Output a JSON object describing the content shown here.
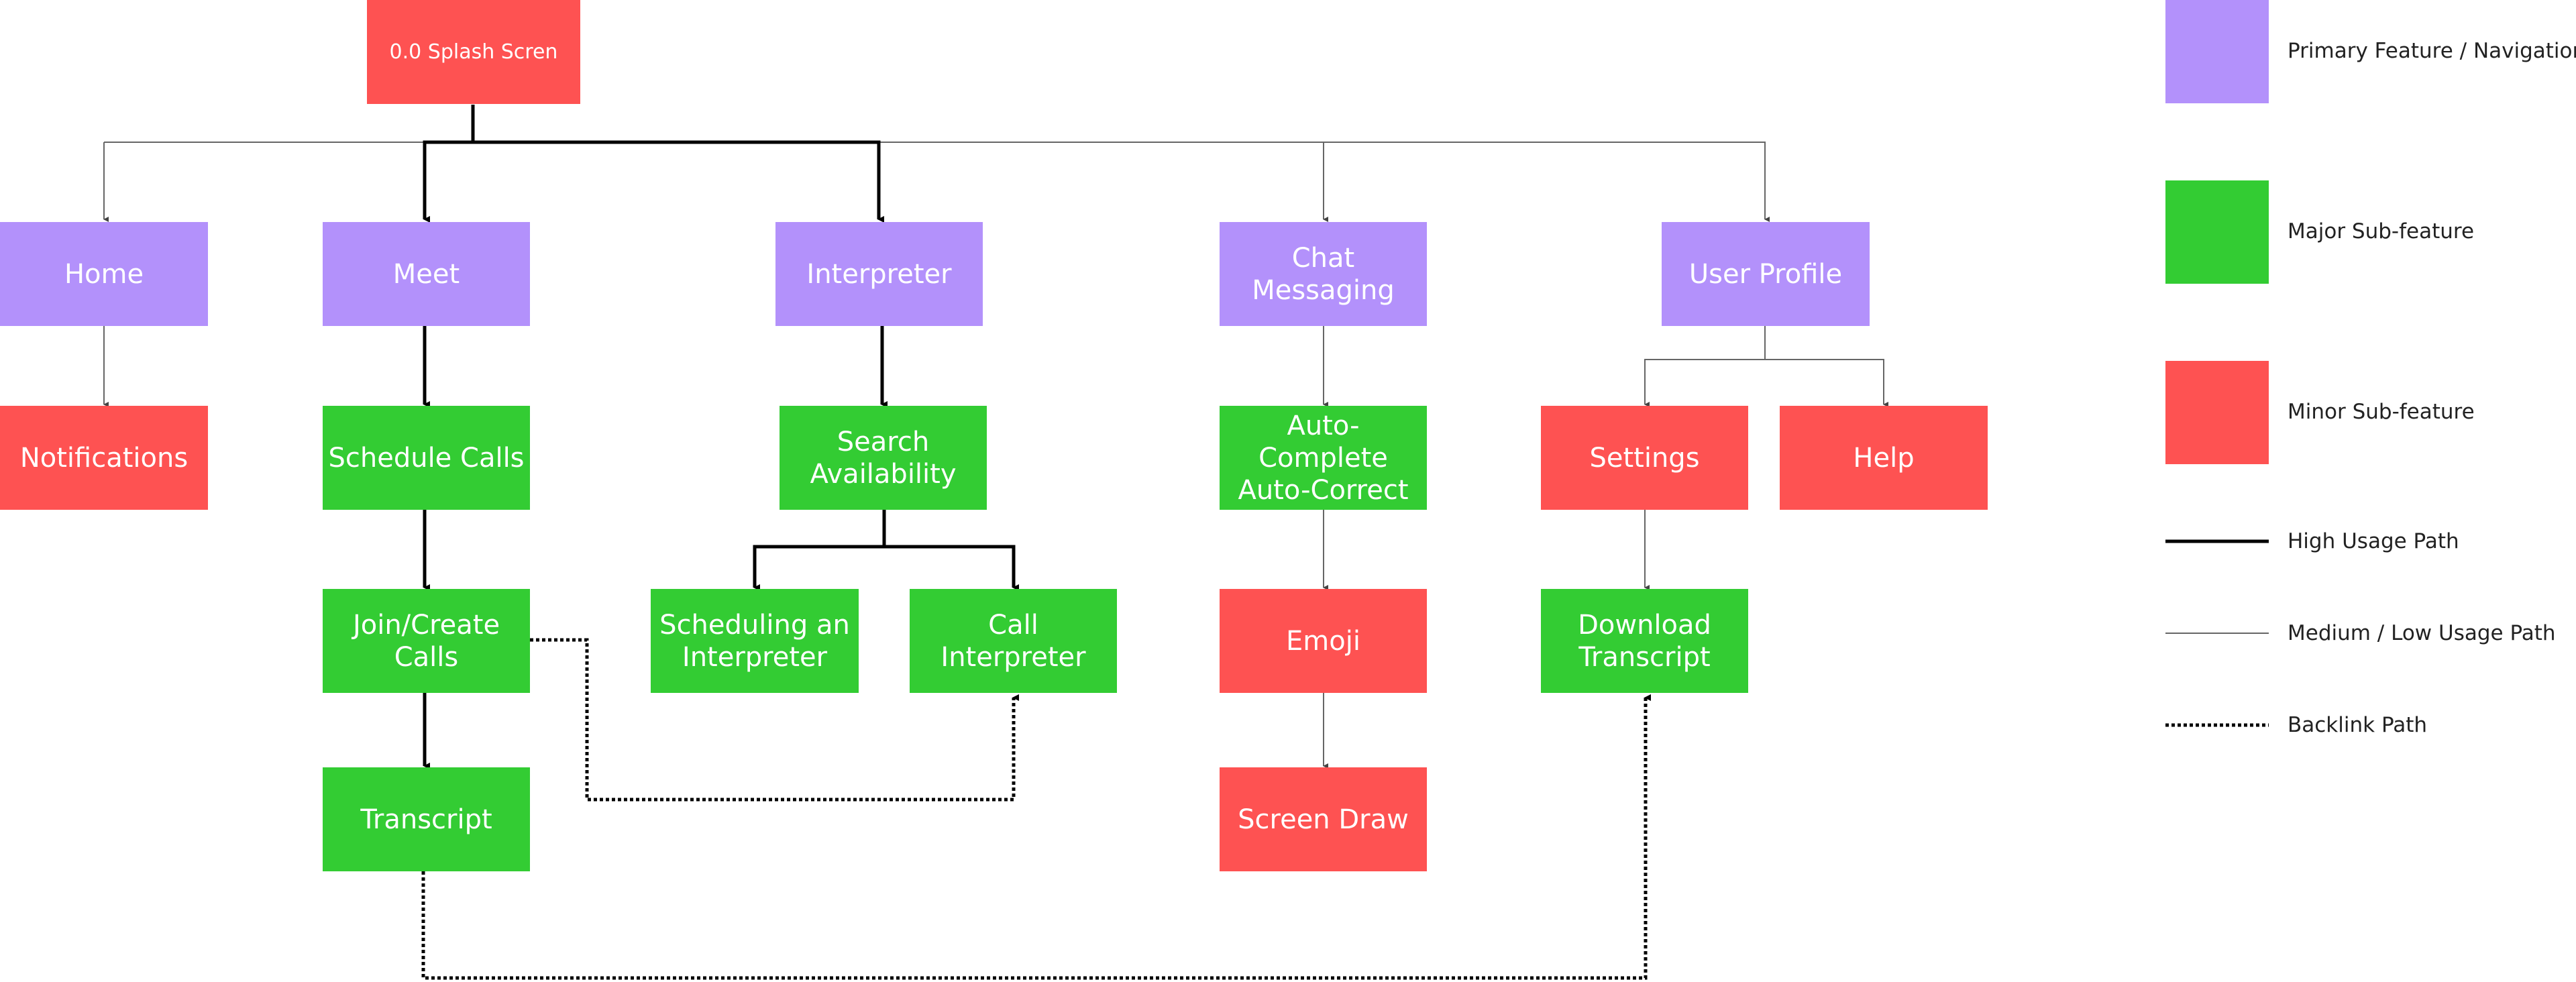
{
  "colors": {
    "primary": "#b391fb",
    "major": "#33cc33",
    "minor": "#fe5252",
    "high_line": "#000000",
    "medium_line": "#666666",
    "backlink_line": "#000000"
  },
  "nodes": {
    "splash": "0.0 Splash Scren",
    "home": "Home",
    "meet": "Meet",
    "interpreter": "Interpreter",
    "chat": "Chat\nMessaging",
    "profile": "User Profile",
    "notifications": "Notifications",
    "schedule_calls": "Schedule Calls",
    "search_availability": "Search\nAvailability",
    "autocomplete": "Auto-Complete\nAuto-Correct",
    "settings": "Settings",
    "help": "Help",
    "join_create": "Join/Create\nCalls",
    "scheduling_interpreter": "Scheduling an\nInterpreter",
    "call_interpreter": "Call Interpreter",
    "emoji": "Emoji",
    "download_transcript": "Download\nTranscript",
    "transcript": "Transcript",
    "screen_draw": "Screen Draw"
  },
  "legend": {
    "primary": "Primary Feature / Navigation",
    "major": "Major Sub-feature",
    "minor": "Minor Sub-feature",
    "high": "High Usage Path",
    "medium": "Medium / Low Usage Path",
    "backlink": "Backlink Path"
  }
}
